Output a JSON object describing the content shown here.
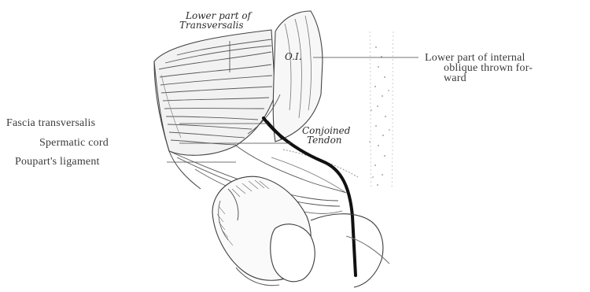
{
  "figure": {
    "annotations": {
      "lower_transversalis": [
        "Lower part of",
        "Transversalis"
      ],
      "conjoined_tendon": [
        "Conjoined",
        "Tendon"
      ],
      "marker_label": "O.I."
    },
    "labels_left": {
      "fascia_transversalis": "Fascia transversalis",
      "spermatic_cord": "Spermatic cord",
      "pouparts_ligament": "Poupart's ligament"
    },
    "label_right": {
      "lines": [
        "Lower part of internal",
        "oblique thrown for-",
        "ward"
      ]
    },
    "colors": {
      "ink": "#3a3a3a",
      "cord": "#111111",
      "hatch": "#6a6a6a"
    }
  }
}
